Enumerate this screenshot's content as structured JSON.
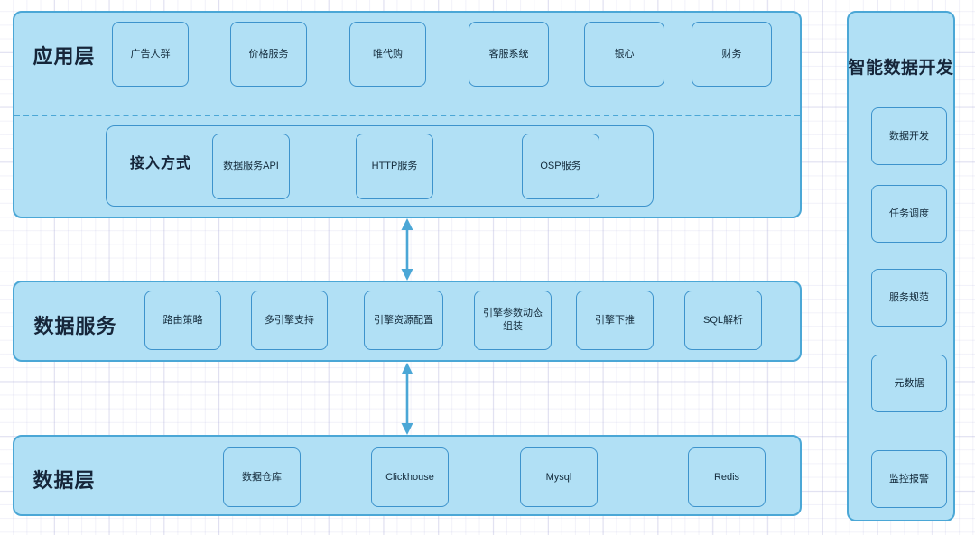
{
  "diagram": {
    "title_app_layer": "应用层",
    "title_data_service": "数据服务",
    "title_data_layer": "数据层",
    "access_group_title": "接入方式",
    "side_panel_title": "智能数据开发",
    "colors": {
      "box_fill": "#b1e0f5",
      "box_border": "#4ba7d6",
      "node_border": "#3d93cc",
      "arrow": "#4ba7d6",
      "text": "#16263a",
      "grid": "#9696d2",
      "background": "#ffffff"
    }
  },
  "app_layer": {
    "title": "应用层",
    "nodes": [
      {
        "label": "广告人群"
      },
      {
        "label": "价格服务"
      },
      {
        "label": "唯代购"
      },
      {
        "label": "客服系统"
      },
      {
        "label": "银心"
      },
      {
        "label": "财务"
      }
    ],
    "access_group": {
      "title": "接入方式",
      "nodes": [
        {
          "label": "数据服务API"
        },
        {
          "label": "HTTP服务"
        },
        {
          "label": "OSP服务"
        }
      ]
    }
  },
  "data_service_layer": {
    "title": "数据服务",
    "nodes": [
      {
        "label": "路由策略"
      },
      {
        "label": "多引擎支持"
      },
      {
        "label": "引擎资源配置"
      },
      {
        "label": "引擎参数动态组装"
      },
      {
        "label": "引擎下推"
      },
      {
        "label": "SQL解析"
      }
    ]
  },
  "data_layer": {
    "title": "数据层",
    "nodes": [
      {
        "label": "数据仓库"
      },
      {
        "label": "Clickhouse"
      },
      {
        "label": "Mysql"
      },
      {
        "label": "Redis"
      }
    ]
  },
  "side_panel": {
    "title": "智能数据开发",
    "nodes": [
      {
        "label": "数据开发"
      },
      {
        "label": "任务调度"
      },
      {
        "label": "服务规范"
      },
      {
        "label": "元数据"
      },
      {
        "label": "监控报警"
      }
    ]
  },
  "connectors": [
    {
      "name": "app-to-service",
      "type": "double-arrow",
      "direction": "vertical"
    },
    {
      "name": "service-to-data",
      "type": "double-arrow",
      "direction": "vertical"
    }
  ]
}
